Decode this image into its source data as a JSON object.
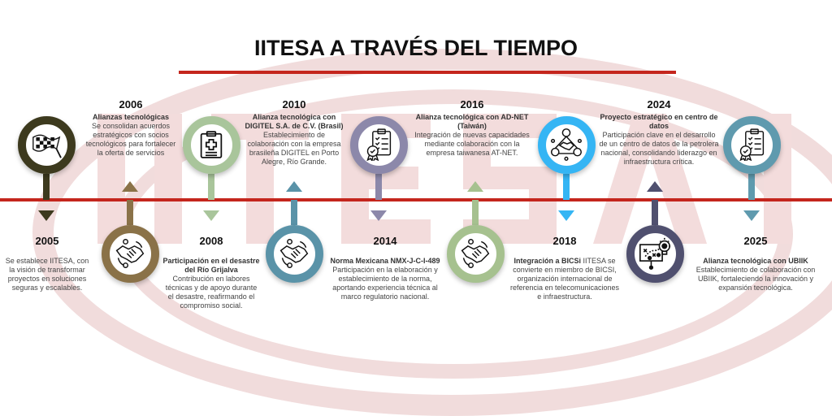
{
  "title": "IITESA A TRAVÉS DEL TIEMPO",
  "watermark": "IITESA",
  "colors": {
    "accent_red": "#c4261d"
  },
  "events": [
    {
      "year": "2005",
      "heading": "",
      "text": "Se establece IITESA, con la visión de transformar proyectos en soluciones seguras y escalables.",
      "icon": "checkered-flag-icon",
      "color": "#3d3a1e"
    },
    {
      "year": "2006",
      "heading": "Alianzas tecnológicas",
      "text": "Se consolidan acuerdos estratégicos con socios tecnológicos para fortalecer la oferta de servicios",
      "icon": "handshake-icon",
      "color": "#8a7248"
    },
    {
      "year": "2008",
      "heading": "Participación en el desastre del Río Grijalva",
      "text": "Contribución en labores técnicas y de apoyo durante el desastre, reafirmando el compromiso social.",
      "icon": "medical-clipboard-icon",
      "color": "#a9c59b"
    },
    {
      "year": "2010",
      "heading": "Alianza tecnológica con DIGITEL S.A. de C.V. (Brasil)",
      "text": "Establecimiento de colaboración con la empresa brasileña DIGITEL en Porto Alegre, Río Grande.",
      "icon": "handshake-icon",
      "color": "#5a93a8"
    },
    {
      "year": "2014",
      "heading": "Norma Mexicana NMX-J-C-I-489",
      "text": "Participación en la elaboración y establecimiento de la norma, aportando experiencia técnica al marco regulatorio nacional.",
      "icon": "certified-checklist-icon",
      "color": "#8c88aa"
    },
    {
      "year": "2016",
      "heading": "Alianza tecnológica con AD-NET (Taiwán)",
      "text": "Integración de nuevas capacidades mediante colaboración con la empresa taiwanesa AT-NET.",
      "icon": "handshake-icon",
      "color": "#a6c18f"
    },
    {
      "year": "2018",
      "heading": "Integración a BICSi",
      "text": "IITESA se convierte en miembro de BICSI, organización internacional de referencia en telecomunicaciones e infraestructura.",
      "icon": "network-people-icon",
      "color": "#35b5f4"
    },
    {
      "year": "2024",
      "heading": "Proyecto estratégico en centro de datos",
      "text": "Participación clave en el desarrollo de un centro de datos de la petrolera nacional, consolidando liderazgo en infraestructura crítica.",
      "icon": "strategy-board-icon",
      "color": "#50506f"
    },
    {
      "year": "2025",
      "heading": "Alianza tecnológica con UBIIK",
      "text": "Establecimiento de colaboración con UBIIK, fortaleciendo la innovación y expansión tecnológica.",
      "icon": "certified-checklist-icon",
      "color": "#5f9aae"
    }
  ]
}
